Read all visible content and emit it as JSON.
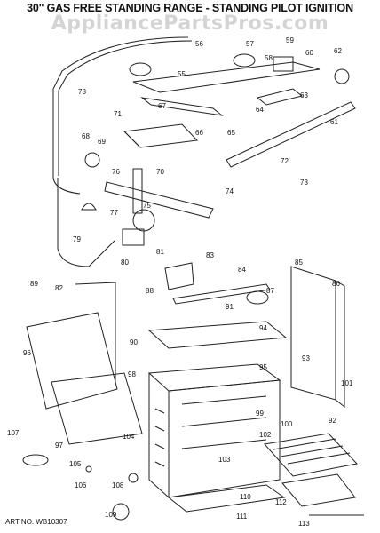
{
  "title": "30\" GAS FREE STANDING RANGE - STANDING PILOT IGNITION",
  "watermark": "AppliancePartsPros.com",
  "art_number": "ART NO. WB10307",
  "callouts": [
    "56",
    "57",
    "59",
    "58",
    "60",
    "62",
    "78",
    "55",
    "63",
    "67",
    "64",
    "71",
    "66",
    "65",
    "61",
    "68",
    "69",
    "76",
    "70",
    "72",
    "73",
    "74",
    "77",
    "75",
    "79",
    "80",
    "81",
    "83",
    "84",
    "85",
    "86",
    "89",
    "82",
    "88",
    "87",
    "91",
    "90",
    "94",
    "96",
    "95",
    "93",
    "98",
    "101",
    "99",
    "100",
    "92",
    "107",
    "104",
    "102",
    "97",
    "105",
    "103",
    "106",
    "108",
    "110",
    "109",
    "111",
    "112",
    "113"
  ],
  "colors": {
    "line": "#222222",
    "watermark": "#a0a0a0"
  }
}
